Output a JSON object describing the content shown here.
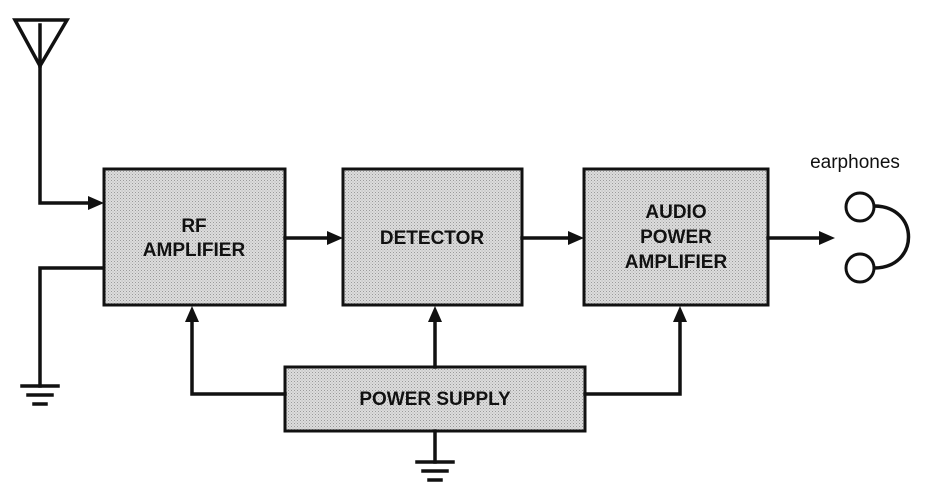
{
  "blocks": {
    "rf_amplifier": {
      "line1": "RF",
      "line2": "AMPLIFIER"
    },
    "detector": {
      "label": "DETECTOR"
    },
    "audio_power_amplifier": {
      "line1": "AUDIO",
      "line2": "POWER",
      "line3": "AMPLIFIER"
    },
    "power_supply": {
      "label": "POWER SUPPLY"
    }
  },
  "output": {
    "label": "earphones"
  },
  "colors": {
    "ink": "#111111",
    "block_fill": "#d8d8d8",
    "background": "#ffffff"
  },
  "icons": [
    "antenna-icon",
    "ground-icon",
    "earphones-icon",
    "arrow-icon"
  ]
}
